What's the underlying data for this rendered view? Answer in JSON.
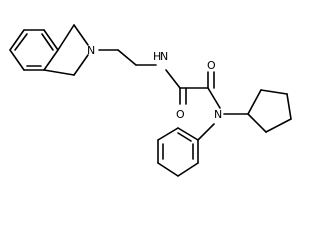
{
  "molecule": {
    "atom_labels": {
      "ring_nitrogen": "N",
      "amide_nh": "H",
      "amide_n": "N",
      "tertiary_nitrogen": "N",
      "carbonyl_oxygen_1": "O",
      "carbonyl_oxygen_2": "O"
    },
    "colors": {
      "bond": "#000000",
      "text": "#000000",
      "background": "#ffffff"
    }
  }
}
